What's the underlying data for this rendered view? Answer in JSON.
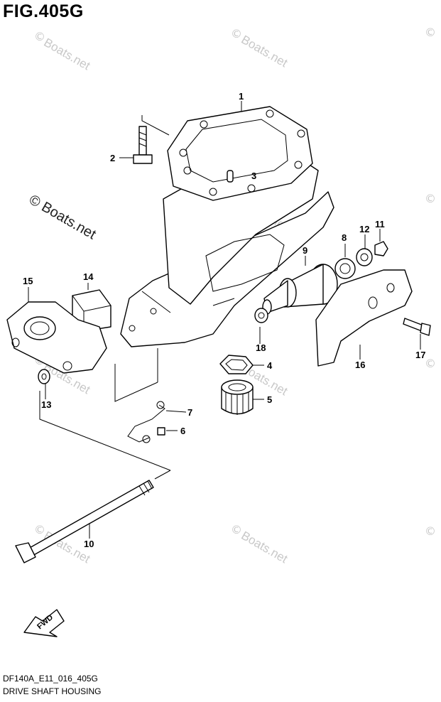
{
  "figure": {
    "title": "FIG.405G",
    "code": "DF140A_E11_016_405G",
    "caption": "DRIVE SHAFT HOUSING"
  },
  "watermark": {
    "text": "Boats.net",
    "copyright_symbol": "©",
    "main_text": "© Boats.net"
  },
  "direction_arrow": {
    "label": "FWD"
  },
  "callouts": [
    "1",
    "2",
    "3",
    "4",
    "5",
    "6",
    "7",
    "8",
    "9",
    "10",
    "11",
    "12",
    "13",
    "14",
    "15",
    "16",
    "17",
    "18"
  ],
  "icons": [
    "copyright-icon",
    "fwd-arrow-icon"
  ]
}
